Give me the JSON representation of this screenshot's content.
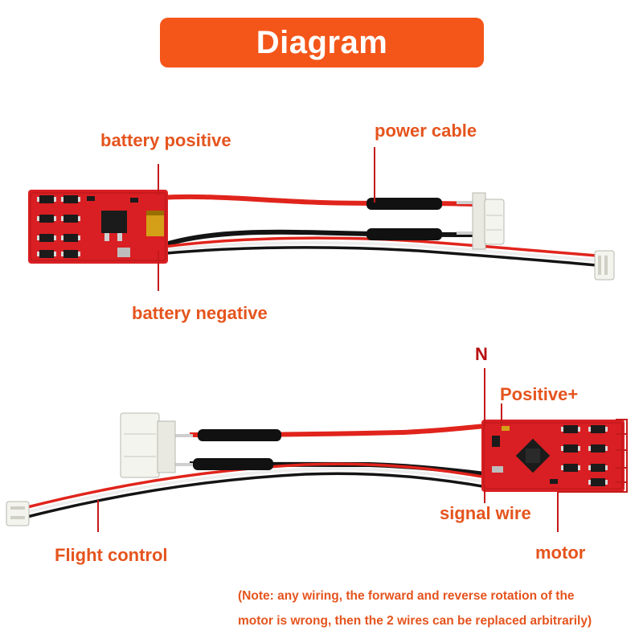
{
  "title": "Diagram",
  "labels": {
    "battery_positive": "battery positive",
    "power_cable": "power cable",
    "battery_negative": "battery negative",
    "n": "N",
    "positive_plus": "Positive+",
    "signal_wire": "signal wire",
    "flight_control": "Flight control",
    "motor": "motor"
  },
  "note": {
    "line1": "(Note: any wiring, the forward and reverse rotation of the",
    "line2": "motor is wrong, then the 2 wires can be replaced arbitrarily)"
  },
  "colors": {
    "banner": "#f4561a",
    "label": "#e5541e",
    "leader": "#c41a1a",
    "pcb": "#d91f23",
    "wire_red": "#e0241c",
    "wire_black": "#141414",
    "wire_white": "#f2f2f2",
    "connector": "#f4f4ee"
  }
}
